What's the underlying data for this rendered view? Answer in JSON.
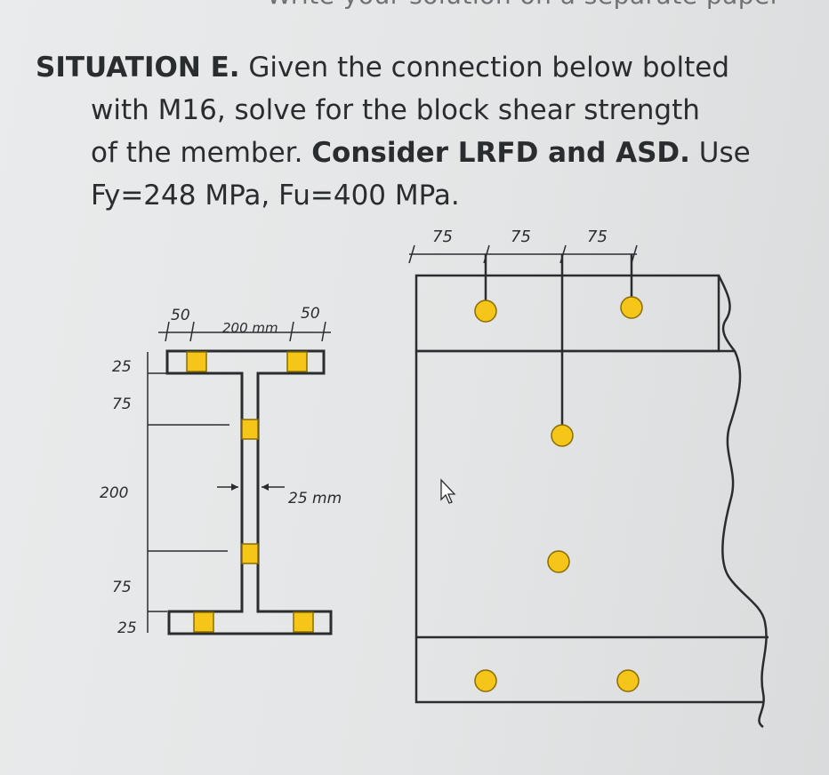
{
  "cut_text": "Write your solution on a separate paper",
  "problem": {
    "label": "SITUATION E.",
    "line1_rest": " Given the connection below bolted",
    "line2": "with M16, solve for the block shear strength",
    "line3_pre": "of the member. ",
    "line3_bold": "Consider LRFD and ASD.",
    "line3_post": " Use",
    "line4": "Fy=248 MPa, Fu=400 MPa."
  },
  "section_dims": {
    "flange_left": "50",
    "flange_mid": "200 mm",
    "flange_right": "50",
    "top_25": "25",
    "top_75": "75",
    "middle_200": "200",
    "bottom_75": "75",
    "bottom_25": "25",
    "web_thickness": "25 mm"
  },
  "plan_dims": {
    "spacing_1": "75",
    "spacing_2": "75",
    "spacing_3": "75"
  },
  "colors": {
    "bolt_fill": "#f5c518",
    "bolt_stroke": "#8a6d00",
    "line": "#2a2d30"
  },
  "icons": [
    "cursor-arrow-icon"
  ]
}
